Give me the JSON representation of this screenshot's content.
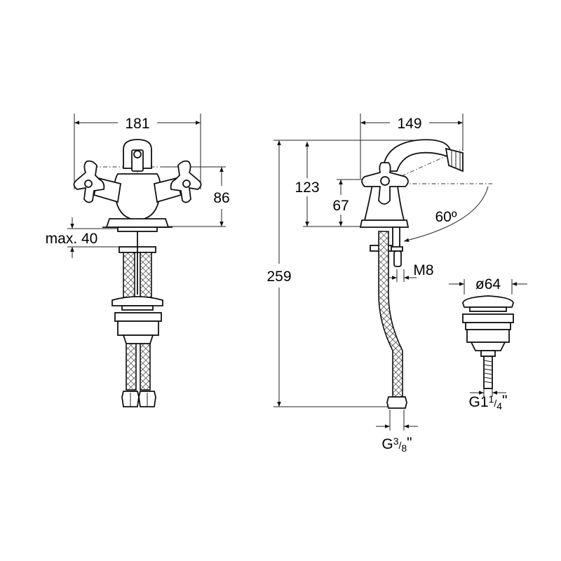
{
  "dimensions": {
    "width_front": "181",
    "height_handles": "86",
    "max_thickness": "max. 40",
    "width_side": "149",
    "height_spout": "123",
    "height_handle": "67",
    "overall_height": "259",
    "spout_angle": "60º",
    "stud_thread": "M8",
    "hose_thread_prefix": "G",
    "hose_thread_num": "3",
    "hose_thread_sep": "/",
    "hose_thread_den": "8",
    "hose_thread_suffix": "\"",
    "waste_diameter": "ø64",
    "waste_thread_prefix": "G1",
    "waste_thread_num": "1",
    "waste_thread_sep": "/",
    "waste_thread_den": "4",
    "waste_thread_suffix": "\""
  },
  "colors": {
    "line": "#111111",
    "background": "#ffffff"
  }
}
